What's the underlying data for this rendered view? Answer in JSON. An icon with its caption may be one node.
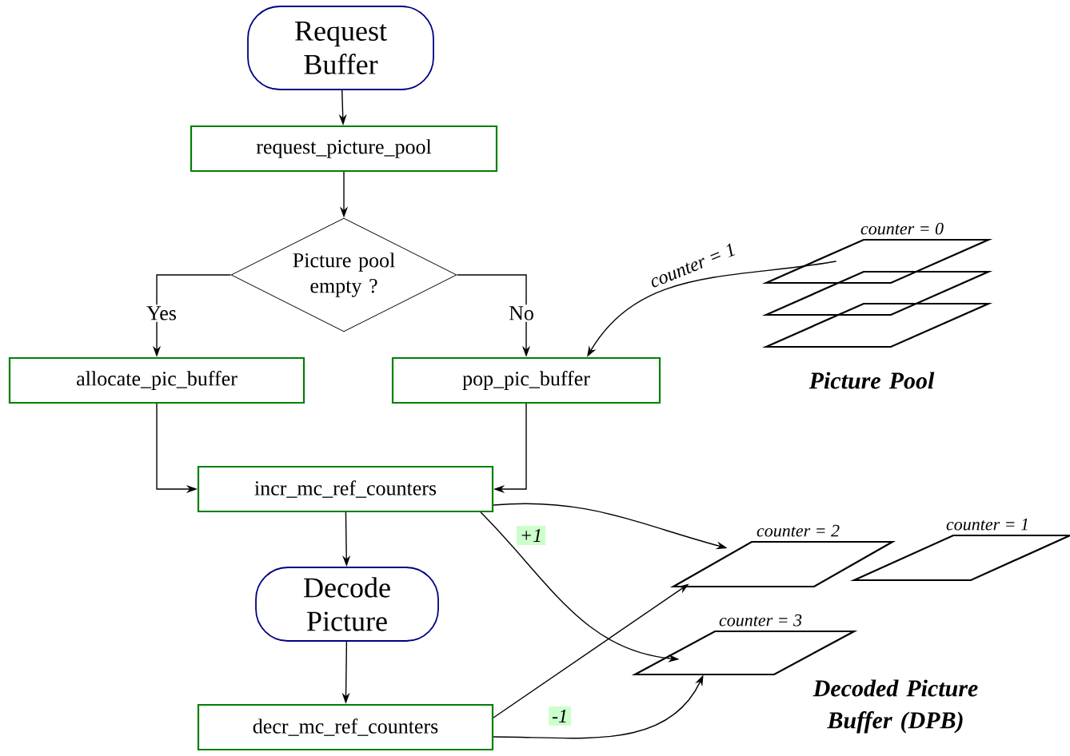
{
  "diagram": {
    "nodes": [
      {
        "text": [
          "Request Buffer"
        ]
      },
      {
        "text": [
          "request_picture_pool"
        ]
      },
      {
        "text": [
          "Picture pool empty ?"
        ]
      },
      {
        "text": [
          "allocate_pic_buffer"
        ]
      },
      {
        "text": [
          "pop_pic_buffer"
        ]
      },
      {
        "text": [
          "incr_mc_ref_counters"
        ]
      },
      {
        "text": [
          "Decode Picture"
        ]
      },
      {
        "text": [
          "decr_mc_ref_counters"
        ]
      },
      {
        "text": [],
        "shape": "parallelogram",
        "beside": [
          "counter = 0"
        ]
      },
      {
        "text": [],
        "shape": "parallelogram"
      },
      {
        "text": [],
        "shape": "parallelogram"
      },
      {
        "text": [],
        "shape": "parallelogram",
        "beside": [
          "counter = 2"
        ]
      },
      {
        "text": [],
        "shape": "parallelogram",
        "beside": [
          "counter = 1"
        ]
      },
      {
        "text": [],
        "shape": "parallelogram",
        "beside": [
          "counter = 3"
        ]
      }
    ],
    "edges": [
      {
        "from": 0,
        "to": 1,
        "arrow": "to"
      },
      {
        "from": 1,
        "to": 2,
        "arrow": "to"
      },
      {
        "from": 2,
        "to": 3,
        "arrow": "to",
        "label": "Yes"
      },
      {
        "from": 2,
        "to": 4,
        "arrow": "to",
        "label": "No"
      },
      {
        "from": 8,
        "to": 4,
        "arrow": "to",
        "label": "counter = 1"
      },
      {
        "from": 3,
        "to": 5,
        "arrow": "to"
      },
      {
        "from": 4,
        "to": 5,
        "arrow": "to"
      },
      {
        "from": 5,
        "to": 11,
        "arrow": "to"
      },
      {
        "from": 5,
        "to": 13,
        "arrow": "to",
        "label": "+1"
      },
      {
        "from": 5,
        "to": 6,
        "arrow": "to"
      },
      {
        "from": 6,
        "to": 7,
        "arrow": "to"
      },
      {
        "from": 7,
        "to": 11,
        "arrow": "to"
      },
      {
        "from": 7,
        "to": 13,
        "arrow": "to",
        "label": "-1"
      }
    ],
    "labels": [
      "Picture Pool",
      "Decoded Picture Buffer (DPB)"
    ]
  }
}
